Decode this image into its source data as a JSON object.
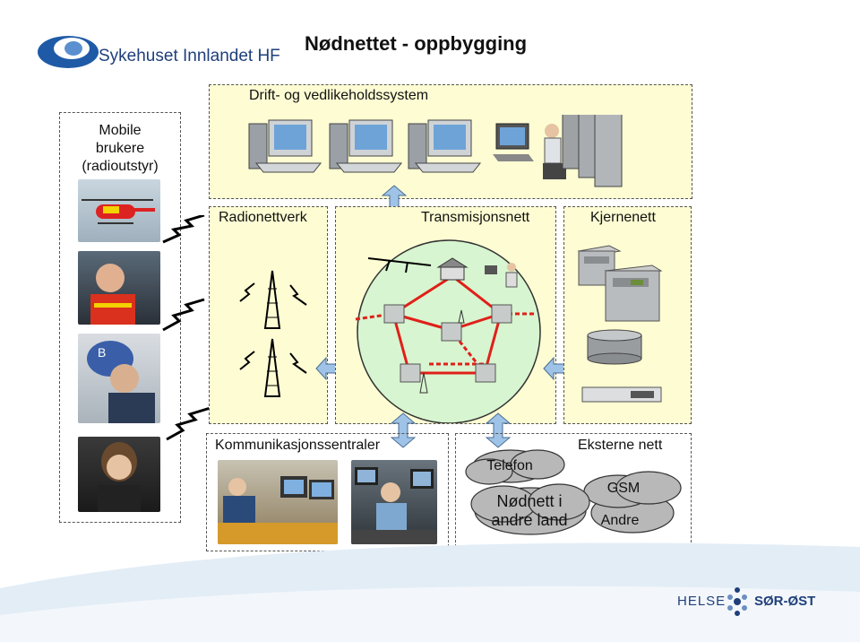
{
  "header": {
    "title": "Nødnettet - oppbygging",
    "logo_text": "Sykehuset Innlandet HF"
  },
  "mobile_users": {
    "label_line1": "Mobile",
    "label_line2": "brukere",
    "label_line3": "(radioutstyr)"
  },
  "sections": {
    "maintenance": "Drift- og vedlikeholdssystem",
    "radio_network": "Radionettverk",
    "transmission": "Transmisjonsnett",
    "core": "Kjernenett",
    "comm_centers": "Kommunikasjonssentraler",
    "external": "Eksterne nett"
  },
  "external_nets": {
    "telefon": "Telefon",
    "nodnett_line1": "Nødnett i",
    "nodnett_line2": "andre land",
    "gsm": "GSM",
    "andre": "Andre"
  },
  "footer": {
    "logo_left": "HELSE",
    "logo_right": "SØR-ØST"
  },
  "colors": {
    "title": "#000000",
    "box_fill": "#fdfcd3",
    "link_red": "#e0201a",
    "circle_green": "#d7f5d0",
    "arrow_blue": "#9fc3e6",
    "cloud_gray": "#b8b8b8",
    "footer_blue": "#1f3f7a"
  }
}
